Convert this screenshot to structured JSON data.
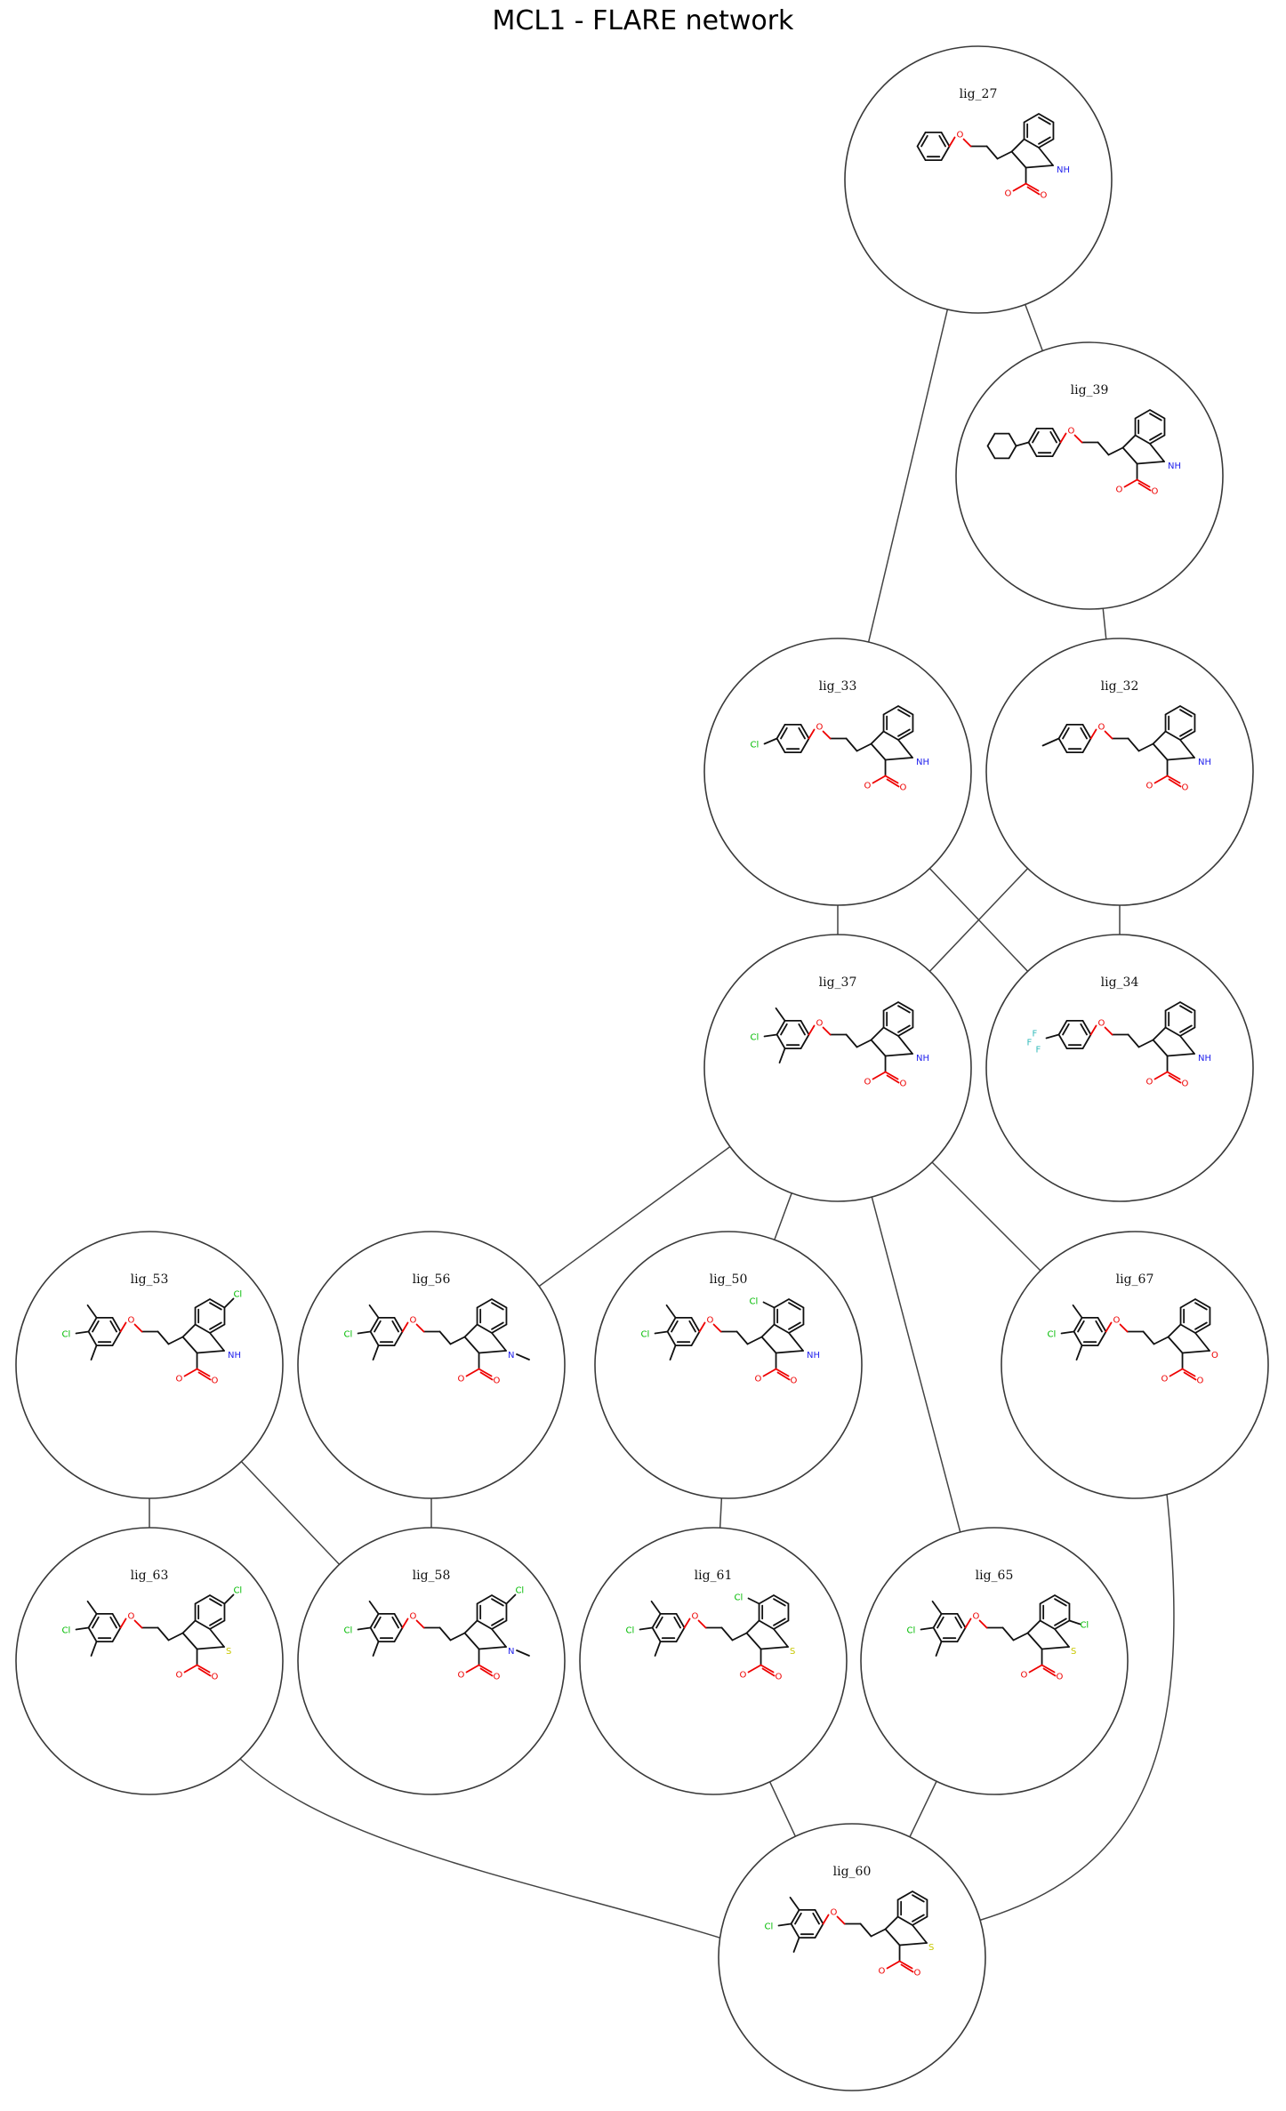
{
  "title": "MCL1 - FLARE network",
  "colors": {
    "carbon": "#111111",
    "oxygen": "#ee0000",
    "nitrogen": "#2222ee",
    "chlorine": "#00bb00",
    "sulfur": "#c8c800",
    "fluorine": "#33bbbb"
  },
  "nodes": [
    {
      "id": "lig_27",
      "label": "lig_27",
      "core": "indole",
      "sub": "phenyl",
      "core_sub": ""
    },
    {
      "id": "lig_39",
      "label": "lig_39",
      "core": "indole",
      "sub": "biphenyl",
      "core_sub": ""
    },
    {
      "id": "lig_33",
      "label": "lig_33",
      "core": "indole",
      "sub": "p-Cl",
      "core_sub": ""
    },
    {
      "id": "lig_32",
      "label": "lig_32",
      "core": "indole",
      "sub": "p-Me",
      "core_sub": ""
    },
    {
      "id": "lig_37",
      "label": "lig_37",
      "core": "indole",
      "sub": "dmcl",
      "core_sub": ""
    },
    {
      "id": "lig_34",
      "label": "lig_34",
      "core": "indole",
      "sub": "p-CF3",
      "core_sub": ""
    },
    {
      "id": "lig_53",
      "label": "lig_53",
      "core": "indole",
      "sub": "dmcl",
      "core_sub": "6-Cl"
    },
    {
      "id": "lig_56",
      "label": "lig_56",
      "core": "N-Me-indole",
      "sub": "dmcl",
      "core_sub": ""
    },
    {
      "id": "lig_50",
      "label": "lig_50",
      "core": "indole",
      "sub": "dmcl",
      "core_sub": "4-Cl"
    },
    {
      "id": "lig_67",
      "label": "lig_67",
      "core": "benzofuran",
      "sub": "dmcl",
      "core_sub": ""
    },
    {
      "id": "lig_63",
      "label": "lig_63",
      "core": "benzothiophene",
      "sub": "dmcl",
      "core_sub": "6-Cl"
    },
    {
      "id": "lig_58",
      "label": "lig_58",
      "core": "N-Me-indole",
      "sub": "dmcl",
      "core_sub": "6-Cl"
    },
    {
      "id": "lig_61",
      "label": "lig_61",
      "core": "benzothiophene",
      "sub": "dmcl",
      "core_sub": "4-Cl"
    },
    {
      "id": "lig_65",
      "label": "lig_65",
      "core": "benzothiophene",
      "sub": "dmcl",
      "core_sub": "7-Cl"
    },
    {
      "id": "lig_60",
      "label": "lig_60",
      "core": "benzothiophene",
      "sub": "dmcl",
      "core_sub": ""
    }
  ],
  "edges": [
    [
      "lig_27",
      "lig_39"
    ],
    [
      "lig_27",
      "lig_33"
    ],
    [
      "lig_39",
      "lig_32"
    ],
    [
      "lig_33",
      "lig_37"
    ],
    [
      "lig_33",
      "lig_34"
    ],
    [
      "lig_32",
      "lig_37"
    ],
    [
      "lig_32",
      "lig_34"
    ],
    [
      "lig_37",
      "lig_56"
    ],
    [
      "lig_37",
      "lig_50"
    ],
    [
      "lig_37",
      "lig_65"
    ],
    [
      "lig_37",
      "lig_67"
    ],
    [
      "lig_53",
      "lig_63"
    ],
    [
      "lig_53",
      "lig_58"
    ],
    [
      "lig_56",
      "lig_58"
    ],
    [
      "lig_50",
      "lig_61"
    ],
    [
      "lig_63",
      "lig_60"
    ],
    [
      "lig_61",
      "lig_60"
    ],
    [
      "lig_65",
      "lig_60"
    ],
    [
      "lig_67",
      "lig_60"
    ]
  ]
}
